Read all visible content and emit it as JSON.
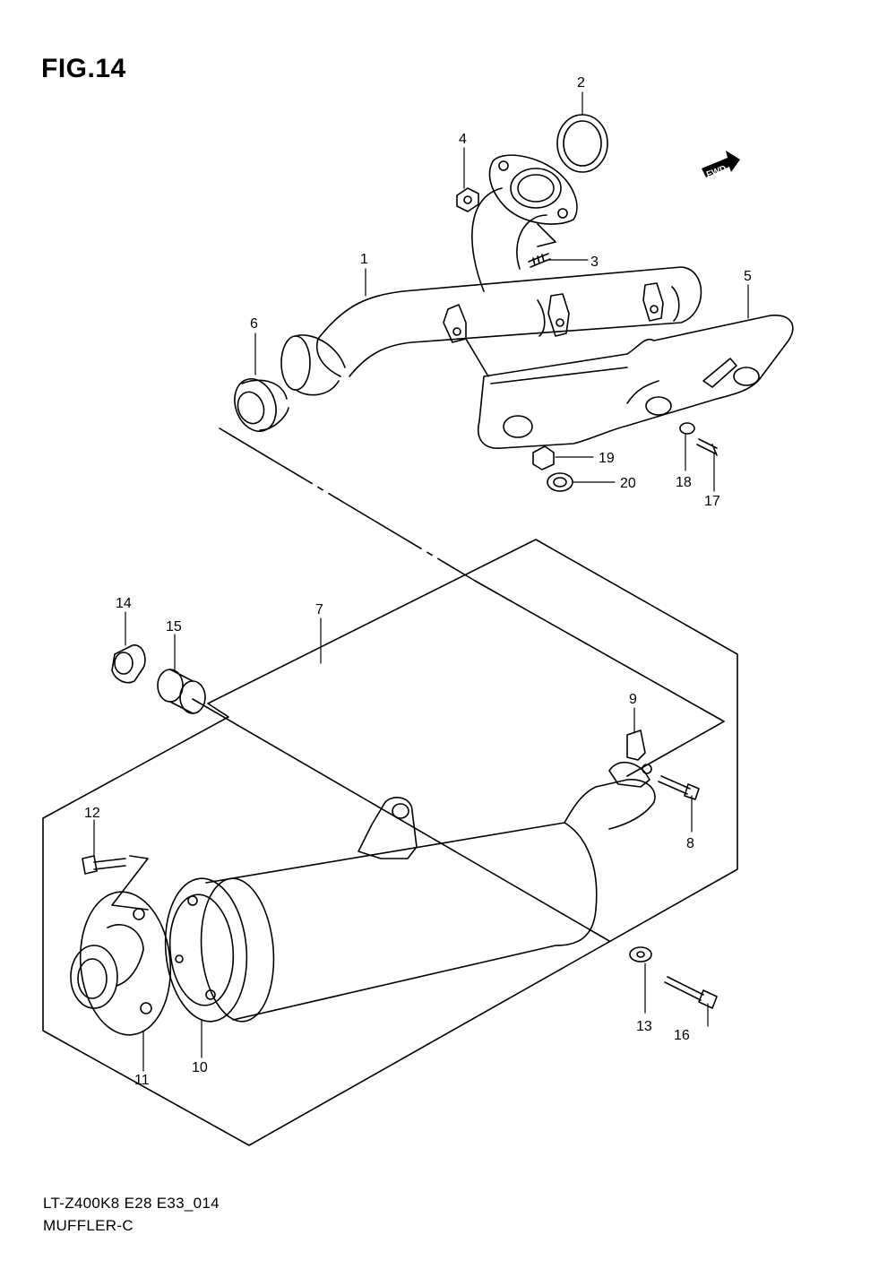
{
  "figure_title": "FIG.14",
  "footer_code": "LT-Z400K8 E28 E33_014",
  "footer_name": "MUFFLER-C",
  "fwd_label": "FWD",
  "callouts": [
    "1",
    "2",
    "3",
    "4",
    "5",
    "6",
    "7",
    "8",
    "9",
    "10",
    "11",
    "12",
    "13",
    "14",
    "15",
    "16",
    "17",
    "18",
    "19",
    "20"
  ]
}
